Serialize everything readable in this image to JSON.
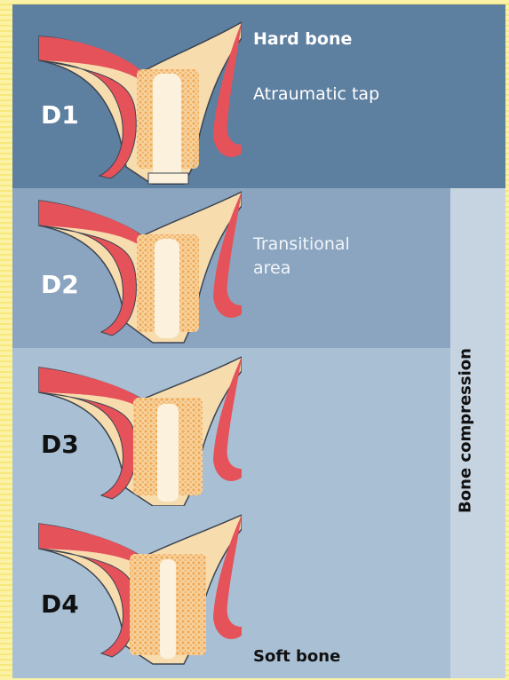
{
  "panels": [
    {
      "label": "D1"
    },
    {
      "label": "D2"
    },
    {
      "label": "D3"
    },
    {
      "label": "D4"
    }
  ],
  "annotations": {
    "hard_bone": "Hard bone",
    "atraumatic_tap": "Atraumatic tap",
    "transitional_area": "Transitional area",
    "soft_bone": "Soft bone",
    "bone_compression": "Bone compression"
  },
  "colors": {
    "cortical_bone": "#e5525a",
    "cancellous_bone": "#f7dcae",
    "bone_dots": "#f4b063",
    "implant": "#fbf1dd",
    "outline": "#3c4552"
  }
}
